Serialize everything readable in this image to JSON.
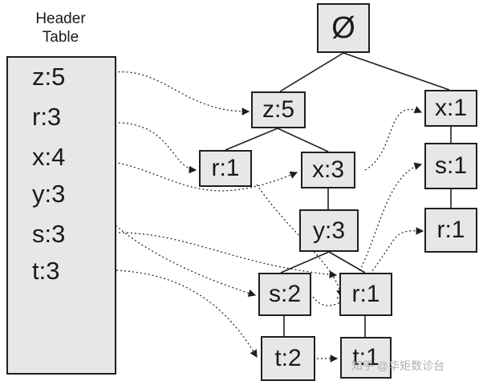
{
  "header_table": {
    "title_line1": "Header",
    "title_line2": "Table",
    "entries": [
      "z:5",
      "r:3",
      "x:4",
      "y:3",
      "s:3",
      "t:3"
    ]
  },
  "tree": {
    "root": "Ø",
    "nodes": {
      "z5": "z:5",
      "x1": "x:1",
      "r1a": "r:1",
      "x3": "x:3",
      "s1a": "s:1",
      "y3": "y:3",
      "r1b": "r:1",
      "s2": "s:2",
      "r1c": "r:1",
      "t2": "t:2",
      "t1": "t:1"
    }
  },
  "watermark": "知乎 @华矩数诊台"
}
